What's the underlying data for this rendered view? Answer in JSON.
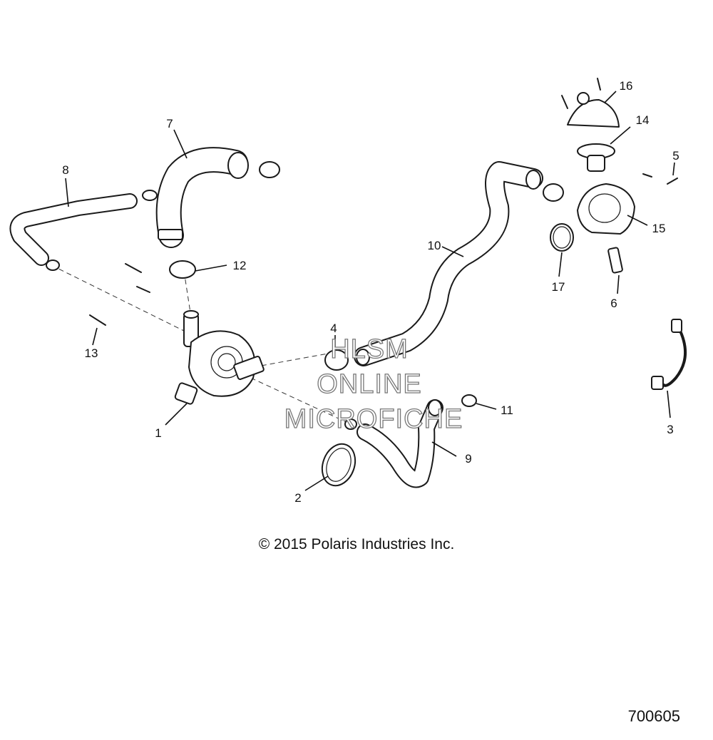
{
  "callouts": [
    {
      "id": "c1",
      "text": "1"
    },
    {
      "id": "c2",
      "text": "2"
    },
    {
      "id": "c3",
      "text": "3"
    },
    {
      "id": "c4",
      "text": "4"
    },
    {
      "id": "c5",
      "text": "5"
    },
    {
      "id": "c6",
      "text": "6"
    },
    {
      "id": "c7",
      "text": "7"
    },
    {
      "id": "c8",
      "text": "8"
    },
    {
      "id": "c9",
      "text": "9"
    },
    {
      "id": "c10",
      "text": "10"
    },
    {
      "id": "c11",
      "text": "11"
    },
    {
      "id": "c12",
      "text": "12"
    },
    {
      "id": "c13",
      "text": "13"
    },
    {
      "id": "c14",
      "text": "14"
    },
    {
      "id": "c15",
      "text": "15"
    },
    {
      "id": "c16",
      "text": "16"
    },
    {
      "id": "c17",
      "text": "17"
    }
  ],
  "watermark": {
    "line1": "HLSM",
    "line2": "ONLINE",
    "line3": "MICROFICHE"
  },
  "copyright": "© 2015 Polaris Industries Inc.",
  "drawing_number": "700605"
}
